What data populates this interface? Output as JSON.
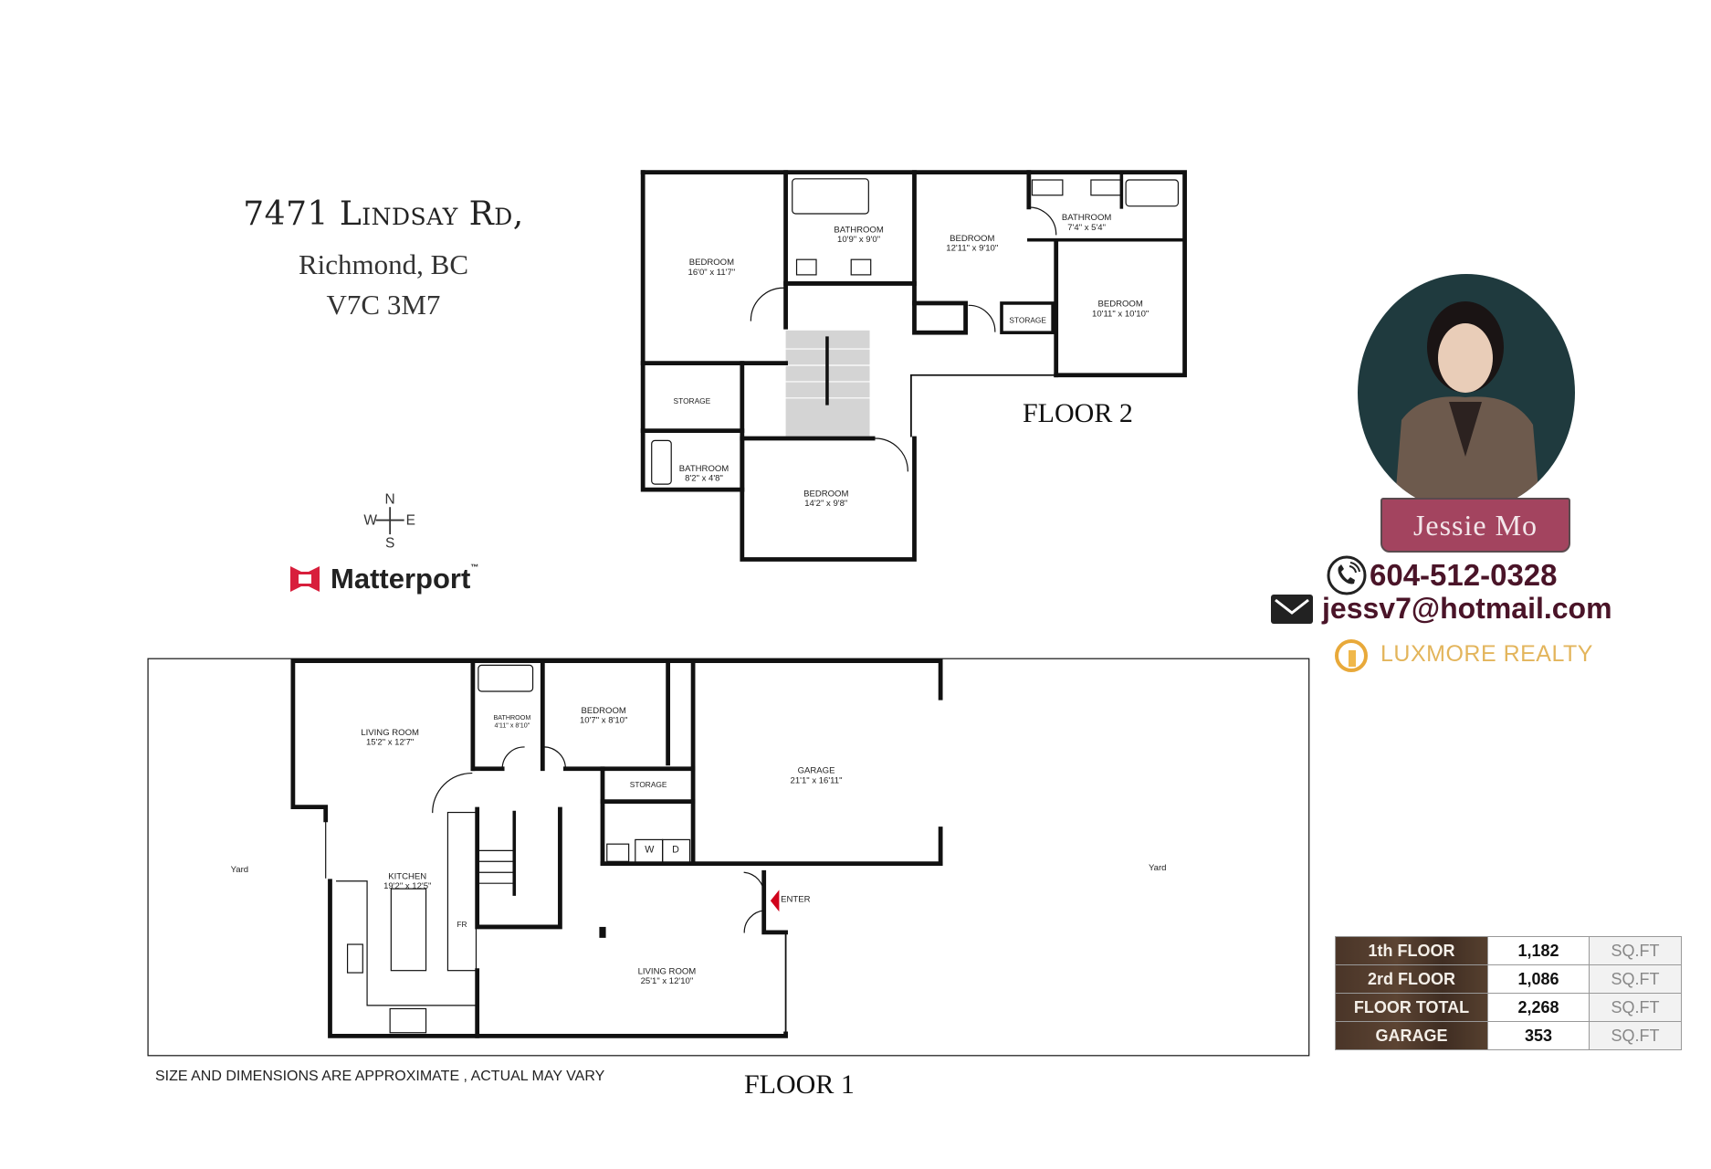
{
  "address": {
    "line1": "7471 Lindsay Rd,",
    "line2": "Richmond, BC",
    "line3": "V7C 3M7"
  },
  "compass": {
    "n": "N",
    "s": "S",
    "e": "E",
    "w": "W"
  },
  "brand": {
    "name": "Matterport",
    "tm": "™",
    "color": "#d81f3c"
  },
  "floor2": {
    "label": "FLOOR 2",
    "rooms": [
      {
        "name": "BEDROOM",
        "dim": "16'0\" x 11'7\""
      },
      {
        "name": "BATHROOM",
        "dim": "10'9\" x 9'0\""
      },
      {
        "name": "BEDROOM",
        "dim": "12'11\" x 9'10\""
      },
      {
        "name": "BATHROOM",
        "dim": "7'4\" x 5'4\""
      },
      {
        "name": "BEDROOM",
        "dim": "10'11\" x 10'10\""
      },
      {
        "name": "STORAGE",
        "dim": ""
      },
      {
        "name": "STORAGE",
        "dim": ""
      },
      {
        "name": "BATHROOM",
        "dim": "8'2\" x 4'8\""
      },
      {
        "name": "BEDROOM",
        "dim": "14'2\" x 9'8\""
      }
    ]
  },
  "floor1": {
    "label": "FLOOR 1",
    "rooms": [
      {
        "name": "LIVING ROOM",
        "dim": "15'2\" x 12'7\""
      },
      {
        "name": "BATHROOM",
        "dim": "4'11\" x 8'10\""
      },
      {
        "name": "BEDROOM",
        "dim": "10'7\" x 8'10\""
      },
      {
        "name": "STORAGE",
        "dim": ""
      },
      {
        "name": "GARAGE",
        "dim": "21'1\" x 16'11\""
      },
      {
        "name": "KITCHEN",
        "dim": "19'2\" x 12'5\""
      },
      {
        "name": "LIVING ROOM",
        "dim": "25'1\" x 12'10\""
      }
    ],
    "yard_left": "Yard",
    "yard_right": "Yard",
    "enter": "ENTER",
    "washer": "W",
    "dryer": "D",
    "fridge": "FR",
    "enter_color": "#d0021b"
  },
  "disclaimer": "SIZE AND DIMENSIONS ARE APPROXIMATE , ACTUAL MAY VARY",
  "agent": {
    "name": "Jessie  Mo",
    "phone": "604-512-0328",
    "email": "jessv7@hotmail.com",
    "brokerage": "LUXMORE REALTY",
    "name_bg": "#a3445f",
    "text_color": "#4a1428",
    "brokerage_color": "#e3b55c"
  },
  "area_table": [
    {
      "label": "1th FLOOR",
      "value": "1,182",
      "unit": "SQ.FT"
    },
    {
      "label": "2rd FLOOR",
      "value": "1,086",
      "unit": "SQ.FT"
    },
    {
      "label": "FLOOR TOTAL",
      "value": "2,268",
      "unit": "SQ.FT"
    },
    {
      "label": "GARAGE",
      "value": "353",
      "unit": "SQ.FT"
    }
  ]
}
